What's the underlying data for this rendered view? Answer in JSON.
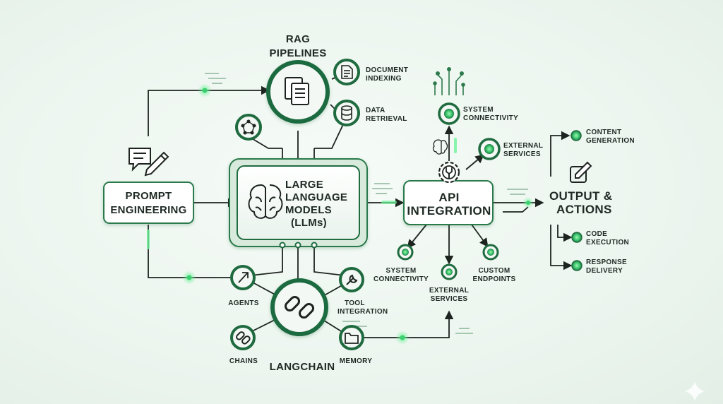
{
  "rag": {
    "title_line1": "RAG",
    "title_line2": "PIPELINES",
    "doc_indexing_line1": "DOCUMENT",
    "doc_indexing_line2": "INDEXING",
    "data_retrieval_line1": "DATA",
    "data_retrieval_line2": "RETRIEVAL"
  },
  "llm": {
    "line1": "LARGE",
    "line2": "LANGUAGE",
    "line3": "MODELS",
    "line4": "(LLMs)"
  },
  "prompt": {
    "line1": "PROMPT",
    "line2": "ENGINEERING"
  },
  "api": {
    "line1": "API",
    "line2": "INTEGRATION",
    "top_system_line1": "SYSTEM",
    "top_system_line2": "CONNECTIVITY",
    "top_external_line1": "EXTERNAL",
    "top_external_line2": "SERVICES",
    "bottom_system_line1": "SYSTEM",
    "bottom_system_line2": "CONNECTIVITY",
    "bottom_external_line1": "EXTERNAL",
    "bottom_external_line2": "SERVICES",
    "custom_line1": "CUSTOM",
    "custom_line2": "ENDPOINTS"
  },
  "output": {
    "title_line1": "OUTPUT &",
    "title_line2": "ACTIONS",
    "content_line1": "CONTENT",
    "content_line2": "GENERATION",
    "code_line1": "CODE",
    "code_line2": "EXECUTION",
    "response_line1": "RESPONSE",
    "response_line2": "DELIVERY"
  },
  "langchain": {
    "title": "LANGCHAIN",
    "agents": "AGENTS",
    "tool_line1": "TOOL",
    "tool_line2": "INTEGRATION",
    "chains": "CHAINS",
    "memory": "MEMORY"
  },
  "colors": {
    "accent": "#1f6b3f",
    "accent_light": "#3fa96a",
    "glow": "#4ee07f",
    "line": "#1d2420",
    "box_border": "#2c7a4b",
    "box_fill": "#f4f8f5"
  }
}
